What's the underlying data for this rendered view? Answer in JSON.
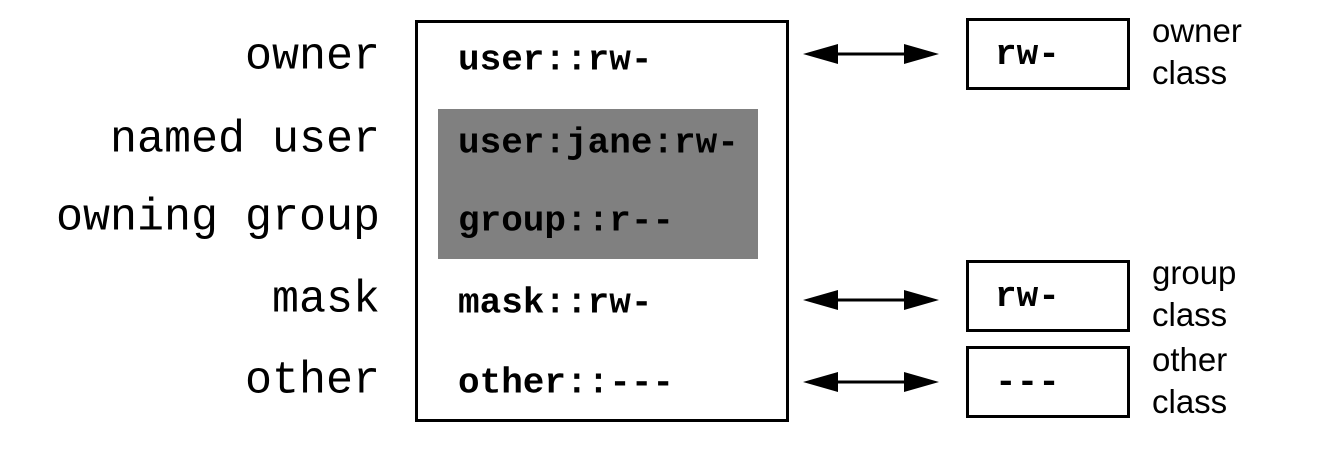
{
  "colors": {
    "highlight": "#808080",
    "ink": "#000000",
    "background": "#ffffff"
  },
  "icons": {
    "double_arrow": "left-right-arrow"
  },
  "rows": {
    "owner": {
      "label": "owner",
      "entry": "user::rw-"
    },
    "named_user": {
      "label": "named user",
      "entry": "user:jane:rw-"
    },
    "owning_group": {
      "label": "owning group",
      "entry": "group::r--"
    },
    "mask": {
      "label": "mask",
      "entry": "mask::rw-"
    },
    "other": {
      "label": "other",
      "entry": "other::---"
    }
  },
  "class_boxes": {
    "owner": {
      "permissions": "rw-",
      "label_line1": "owner",
      "label_line2": "class"
    },
    "group": {
      "permissions": "rw-",
      "label_line1": "group",
      "label_line2": "class"
    },
    "other": {
      "permissions": "---",
      "label_line1": "other",
      "label_line2": "class"
    }
  }
}
